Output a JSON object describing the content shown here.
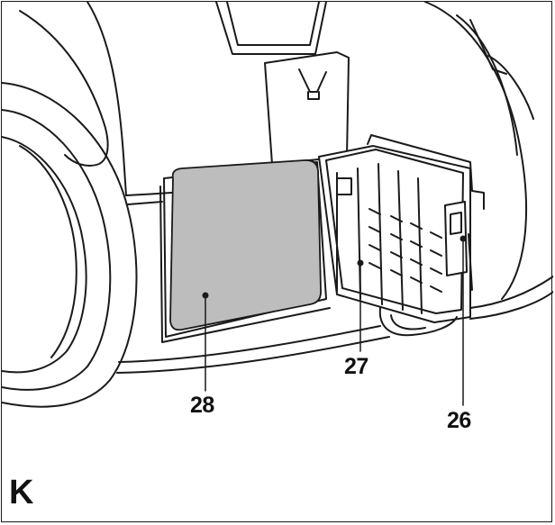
{
  "figure": {
    "label": "K",
    "callouts": {
      "filter_pad": "28",
      "filter_frame": "27",
      "frame_latch": "26"
    }
  },
  "colors": {
    "line": "#1a1a1a",
    "filter_fill": "#bdbdbd",
    "background": "#ffffff"
  }
}
